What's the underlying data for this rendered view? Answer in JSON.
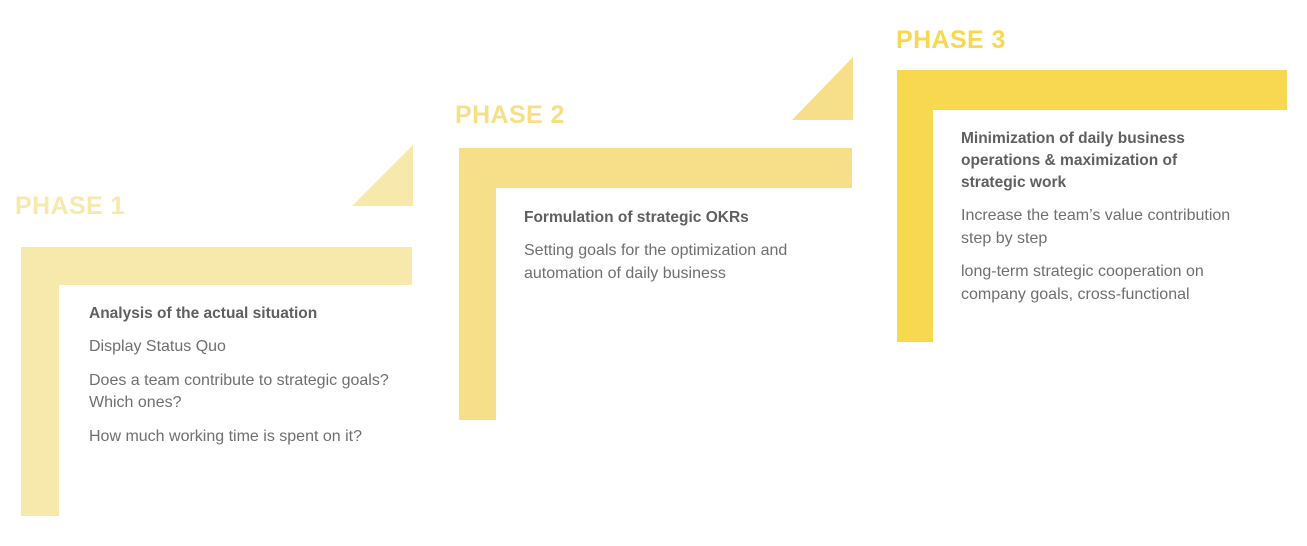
{
  "diagram": {
    "type": "process-staircase",
    "background": "#ffffff",
    "text_color": "#6b6b6b",
    "phases": [
      {
        "label": "PHASE 1",
        "color": "#f7e8ac",
        "heading": "Analysis of the actual situation",
        "items": [
          "Display Status Quo",
          "Does a team contribute to strategic goals? Which ones?",
          "How much working time is spent on it?"
        ]
      },
      {
        "label": "PHASE 2",
        "color": "#f7df8a",
        "heading": "Formulation of strategic OKRs",
        "items": [
          "Setting goals for the optimization and automation of daily business"
        ]
      },
      {
        "label": "PHASE 3",
        "color": "#f8d84e",
        "heading": "Minimization of daily business operations & maximization of strategic work",
        "items": [
          "Increase the team’s value contribution step by step",
          "long-term strategic cooperation on company goals, cross-functional"
        ]
      }
    ]
  }
}
